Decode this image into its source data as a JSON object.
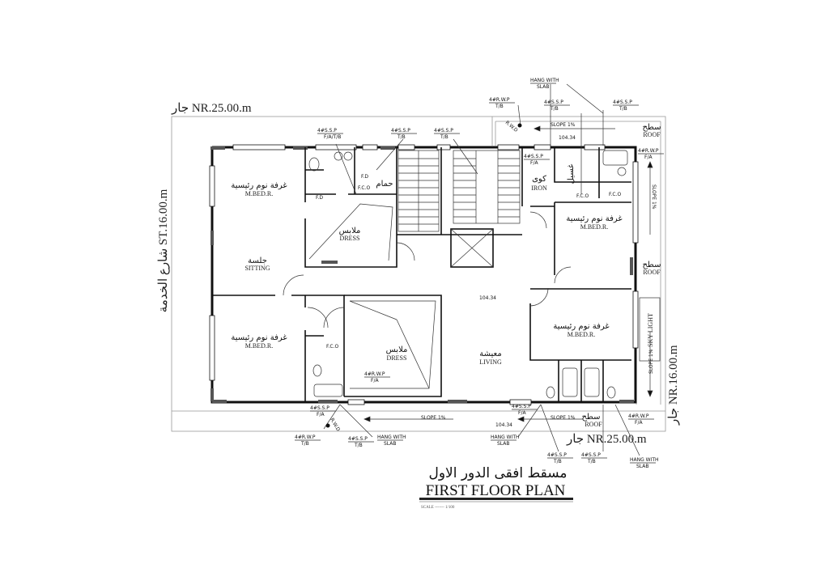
{
  "drawing": {
    "title_ar": "مسقط افقى الدور الاول",
    "title_en": "FIRST FLOOR PLAN",
    "scale": "SCALE ------- 1/100"
  },
  "neighbors": {
    "top": "جار NR.25.00.m",
    "bottom": "جار NR.25.00.m",
    "right": "جار NR.16.00.m",
    "left": "شارع الخدمة ST.16.00.m"
  },
  "rooms": {
    "bed_top_left": {
      "ar": "غرفة نوم رئيسية",
      "en": "M.BED.R."
    },
    "sitting": {
      "ar": "جلسة",
      "en": "SITTING"
    },
    "dress_top": {
      "ar": "ملابس",
      "en": "DRESS"
    },
    "bath_top": {
      "ar": "حمام"
    },
    "bed_bottom_left": {
      "ar": "غرفة نوم رئيسية",
      "en": "M.BED.R."
    },
    "dress_bottom": {
      "ar": "ملابس",
      "en": "DRESS"
    },
    "living": {
      "ar": "معيشة",
      "en": "LIVING"
    },
    "iron": {
      "ar": "كوى",
      "en": "IRON"
    },
    "laundry": {
      "ar": "غسيل"
    },
    "bed_top_right": {
      "ar": "غرفة نوم رئيسية",
      "en": "M.BED.R."
    },
    "bed_bottom_right": {
      "ar": "غرفة نوم رئيسية",
      "en": "M.BED.R."
    },
    "roof_top": {
      "ar": "سطح",
      "en": "ROOF"
    },
    "roof_mid": {
      "ar": "سطح",
      "en": "ROOF"
    },
    "roof_bottom": {
      "ar": "سطح",
      "en": "ROOF"
    },
    "sky_light": "SKY LIGHT"
  },
  "annotations": {
    "ssp_fatb": [
      "4#S.S.P",
      "F/A/T/B"
    ],
    "ssp_tb_1": [
      "4#S.S.P",
      "T/B"
    ],
    "ssp_tb_2": [
      "4#S.S.P",
      "T/B"
    ],
    "rwp_tb_top": [
      "4#R.W.P",
      "T/B"
    ],
    "hang_top": [
      "HANG WITH",
      "SLAB"
    ],
    "ssp_tb_3": [
      "4#S.S.P",
      "T/B"
    ],
    "ssp_tb_4": [
      "4#S.S.P",
      "T/B"
    ],
    "ssp_fa_iron": [
      "4#S.S.P",
      "F/A"
    ],
    "rwp_fa_right": [
      "4#R.W.P",
      "F/A"
    ],
    "rwp_fa_dress": [
      "4#R.W.P",
      "F/A"
    ],
    "ssp_fa_bl": [
      "4#S.S.P",
      "F/A"
    ],
    "rwp_tb_bl": [
      "4#R.W.P",
      "T/B"
    ],
    "ssp_tb_bl": [
      "4#S.S.P",
      "T/B"
    ],
    "hang_bl": [
      "HANG WITH",
      "SLAB"
    ],
    "ssp_fa_bm": [
      "4#S.S.P",
      "F/A"
    ],
    "hang_bm": [
      "HANG WITH",
      "SLAB"
    ],
    "ssp_tb_b1": [
      "4#S.S.P",
      "T/B"
    ],
    "ssp_tb_b2": [
      "4#S.S.P",
      "T/B"
    ],
    "rwp_fa_br": [
      "4#R.W.P",
      "F/A"
    ],
    "hang_br": [
      "HANG WITH",
      "SLAB"
    ],
    "rwd": "R.W.D",
    "fd": "F.D",
    "fco": "F.C.O",
    "slope": "SLOPE 1%",
    "level": "104.34"
  }
}
